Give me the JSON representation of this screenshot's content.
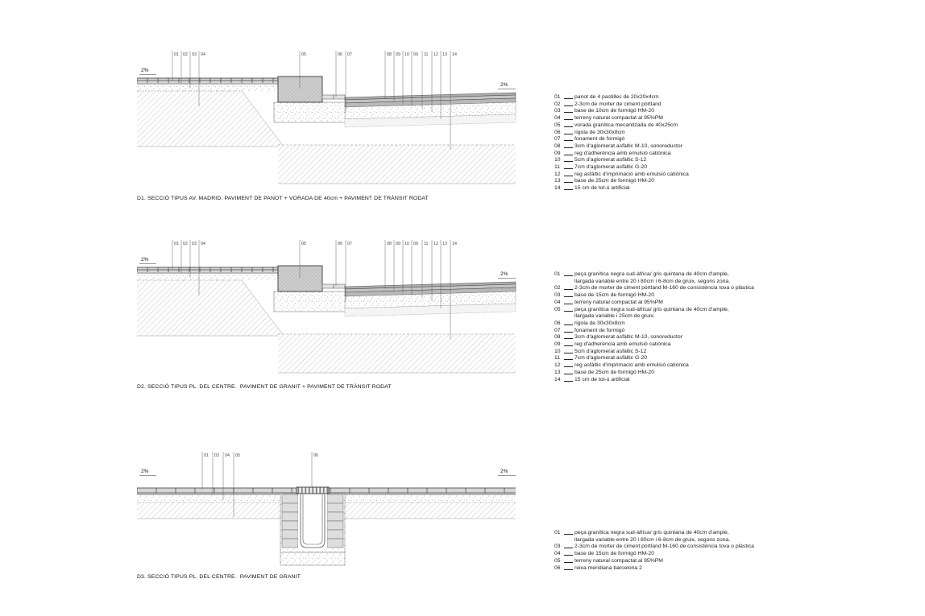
{
  "sections": [
    {
      "id": "D1",
      "caption": "D1. SECCIÓ TIPUS AV. MADRID. PAVIMENT DE PANOT + VORADA DE 40cm + PAVIMENT DE TRÀNSIT RODAT",
      "slope_left": "2%",
      "slope_right": "2%",
      "callouts": [
        "01",
        "02",
        "03",
        "04",
        "05",
        "06",
        "07",
        "08",
        "09",
        "10",
        "09",
        "11",
        "12",
        "13",
        "14"
      ],
      "legend": [
        {
          "num": "01",
          "text": "panot de 4 pastilles de 20x20x4cm"
        },
        {
          "num": "02",
          "text": "2-3cm de morter de ciment pòrtland"
        },
        {
          "num": "03",
          "text": "base de 10cm de formigó HM-20"
        },
        {
          "num": "04",
          "text": "terreny natural compactat al 95%PM"
        },
        {
          "num": "05",
          "text": "vorada granítica mecanitzada de 40x25cm"
        },
        {
          "num": "06",
          "text": "rigola de 30x30x8cm"
        },
        {
          "num": "07",
          "text": "fonament de formigó"
        },
        {
          "num": "08",
          "text": "3cm d'aglomerat asfàltic M-10, sonoreductor"
        },
        {
          "num": "09",
          "text": "reg d'adherència amb emulsió catiònica"
        },
        {
          "num": "10",
          "text": "5cm d'aglomerat asfàltic S-12"
        },
        {
          "num": "11",
          "text": "7cm d'aglomerat asfàltic G-20"
        },
        {
          "num": "12",
          "text": "reg asfàltic d'imprimació amb emulsió catiònica"
        },
        {
          "num": "13",
          "text": "base de 25cm de formigó HM-20"
        },
        {
          "num": "14",
          "text": "15 cm de tot-ú artificial"
        }
      ]
    },
    {
      "id": "D2",
      "caption": "D2. SECCIÓ TIPUS PL. DEL CENTRE.  PAVIMENT DE GRANIT + PAVIMENT DE TRÀNSIT RODAT",
      "slope_left": "2%",
      "slope_right": "2%",
      "callouts": [
        "01",
        "02",
        "03",
        "04",
        "05",
        "06",
        "07",
        "08",
        "09",
        "10",
        "09",
        "11",
        "12",
        "13",
        "14"
      ],
      "legend": [
        {
          "num": "01",
          "text": "peça granítica negra sud-àfrica/ gris quintana de 40cm d'ample,",
          "text2": "llargada variable entre 20 i 80cm i 6-8cm de gruix, segons zona."
        },
        {
          "num": "02",
          "text": "2-3cm de morter de ciment pòrtland M-160 de consistència tova o plàstica"
        },
        {
          "num": "03",
          "text": "base de 15cm de formigó HM-20"
        },
        {
          "num": "04",
          "text": "terreny natural compactat al 95%PM"
        },
        {
          "num": "05",
          "text": "peça granítica negra sud-àfrica/ gris quintana de 40cm d'ample,",
          "text2": "llargada variable i 25cm de gruix."
        },
        {
          "num": "06",
          "text": "rigola de 30x30x8cm"
        },
        {
          "num": "07",
          "text": "fonament de formigó"
        },
        {
          "num": "08",
          "text": "3cm d'aglomerat asfàltic M-10, sonoreductor"
        },
        {
          "num": "09",
          "text": "reg d'adherència amb emulsió catiònica"
        },
        {
          "num": "10",
          "text": "5cm d'aglomerat asfàltic S-12"
        },
        {
          "num": "11",
          "text": "7cm d'aglomerat asfàltic G-20"
        },
        {
          "num": "12",
          "text": "reg asfàltic d'imprimació amb emulsió catiònica"
        },
        {
          "num": "13",
          "text": "base de 25cm de formigó HM-20"
        },
        {
          "num": "14",
          "text": "15 cm de tot-ú artificial"
        }
      ]
    },
    {
      "id": "D3",
      "caption": "D3. SECCIÓ TIPUS PL. DEL CENTRE.  PAVIMENT DE GRANIT",
      "slope_left": "2%",
      "slope_right": "2%",
      "callouts": [
        "01",
        "03",
        "04",
        "05",
        "06"
      ],
      "legend": [
        {
          "num": "01",
          "text": "peça granítica negra sud-àfrica/ gris quintana de 40cm d'ample,",
          "text2": "llargada variable entre 20 i 80cm i 6-8cm de gruix, segons zona."
        },
        {
          "num": "03",
          "text": "2-3cm de morter de ciment pòrtland M-160 de consistència tova o plàstica"
        },
        {
          "num": "04",
          "text": "base de 15cm de formigó HM-20"
        },
        {
          "num": "05",
          "text": "terreny natural compactat al 95%PM"
        },
        {
          "num": "06",
          "text": "reixa meridiana barcelona 2"
        }
      ]
    }
  ]
}
